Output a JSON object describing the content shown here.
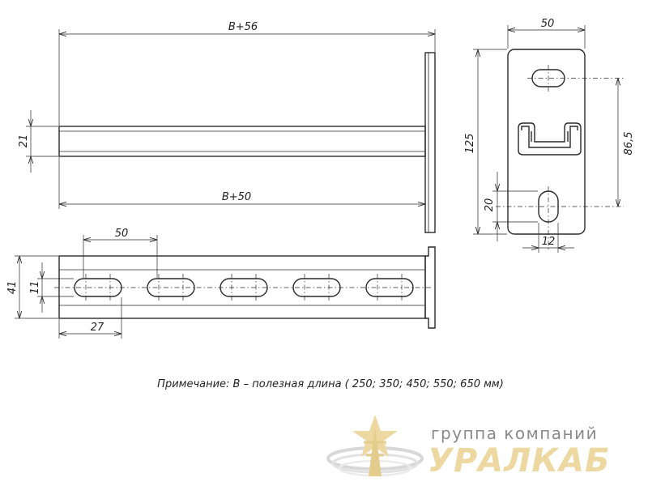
{
  "dimensions": {
    "overall_length": "B+56",
    "inner_length": "B+50",
    "profile_height": "21",
    "plate_width": "50",
    "plate_height": "125",
    "hole_spacing": "86,5",
    "hole_offset": "20",
    "slot_width": "12",
    "slot_pitch": "50",
    "slot_start": "27",
    "side_height": "41",
    "slot_height": "11"
  },
  "note": "Примечание: B – полезная длина ( 250; 350; 450; 550; 650 мм)",
  "logo": {
    "tagline": "группа компаний",
    "brand": "УРАЛКАБ",
    "colors": {
      "tagline": "#8a8a8a",
      "brand": "#ecd8a0"
    }
  },
  "colors": {
    "lines": "#2a2a2a",
    "background": "#ffffff"
  }
}
